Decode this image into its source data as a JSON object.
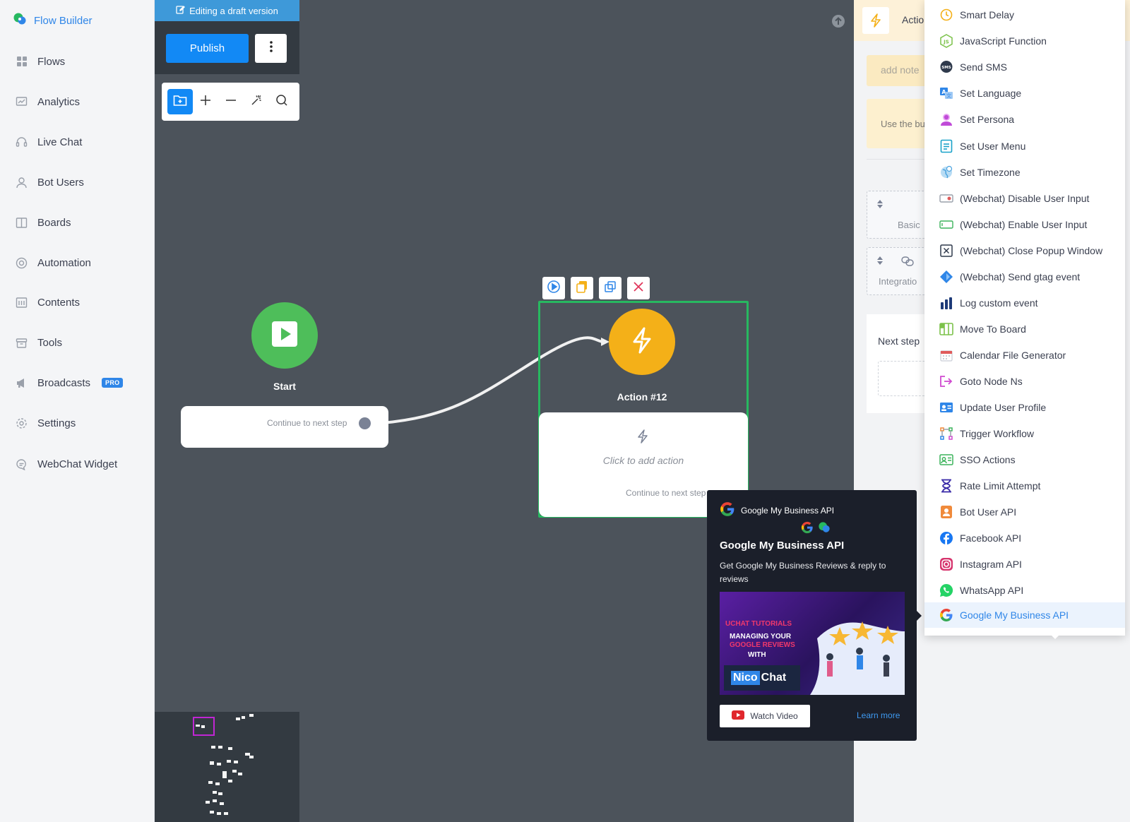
{
  "sidebar": {
    "brand": "Flow Builder",
    "items": [
      {
        "label": "Flows",
        "icon": "grid-icon"
      },
      {
        "label": "Analytics",
        "icon": "chart-icon"
      },
      {
        "label": "Live Chat",
        "icon": "headset-icon"
      },
      {
        "label": "Bot Users",
        "icon": "user-icon"
      },
      {
        "label": "Boards",
        "icon": "board-icon"
      },
      {
        "label": "Automation",
        "icon": "automation-icon"
      },
      {
        "label": "Contents",
        "icon": "contents-icon"
      },
      {
        "label": "Tools",
        "icon": "tools-icon"
      },
      {
        "label": "Broadcasts",
        "icon": "megaphone-icon",
        "badge": "PRO"
      },
      {
        "label": "Settings",
        "icon": "gear-icon"
      },
      {
        "label": "WebChat Widget",
        "icon": "chat-bubble-icon"
      }
    ]
  },
  "canvas": {
    "draft_label": "Editing a draft version",
    "publish_label": "Publish",
    "start_node": {
      "title": "Start",
      "continue_label": "Continue to next step"
    },
    "action_node": {
      "title": "Action #12",
      "placeholder": "Click to add action",
      "continue_label": "Continue to next step"
    }
  },
  "tooltip": {
    "header": "Google My Business API",
    "title": "Google My Business API",
    "description": "Get Google My Business Reviews & reply to reviews",
    "video": {
      "line1": "UCHAT TUTORIALS",
      "line2": "MANAGING YOUR",
      "line3": "GOOGLE REVIEWS",
      "line4": "WITH",
      "brand_a": "Nico",
      "brand_b": "Chat"
    },
    "watch_label": "Watch Video",
    "learn_more": "Learn more"
  },
  "right_panel": {
    "title": "Actio",
    "note_placeholder": "add note",
    "hint": "Use the bu",
    "basic_label": "Basic",
    "integrations_label": "Integratio",
    "next_step_label": "Next step"
  },
  "dropdown": {
    "items": [
      {
        "label": "Smart Delay",
        "icon": "clock-icon",
        "color": "#f4b018"
      },
      {
        "label": "JavaScript Function",
        "icon": "javascript-icon",
        "color": "#7cc24a"
      },
      {
        "label": "Send SMS",
        "icon": "sms-icon",
        "color": "#2f3a4c"
      },
      {
        "label": "Set Language",
        "icon": "translate-icon",
        "color": "#2f86e8"
      },
      {
        "label": "Set Persona",
        "icon": "persona-icon",
        "color": "#c04bd8"
      },
      {
        "label": "Set User Menu",
        "icon": "menu-icon",
        "color": "#19a2c9"
      },
      {
        "label": "Set Timezone",
        "icon": "globe-icon",
        "color": "#4aa3df"
      },
      {
        "label": "(Webchat) Disable User Input",
        "icon": "input-disabled-icon",
        "color": "#e05b5b"
      },
      {
        "label": "(Webchat) Enable User Input",
        "icon": "input-enabled-icon",
        "color": "#3cb35b"
      },
      {
        "label": "(Webchat) Close Popup Window",
        "icon": "close-box-icon",
        "color": "#2f3a4c"
      },
      {
        "label": "(Webchat) Send gtag event",
        "icon": "gtag-icon",
        "color": "#2f86e8"
      },
      {
        "label": "Log custom event",
        "icon": "bar-chart-icon",
        "color": "#1d3a78"
      },
      {
        "label": "Move To Board",
        "icon": "board-move-icon",
        "color": "#7cc24a"
      },
      {
        "label": "Calendar File Generator",
        "icon": "calendar-icon",
        "color": "#e05b5b"
      },
      {
        "label": "Goto Node Ns",
        "icon": "goto-icon",
        "color": "#d04bd0"
      },
      {
        "label": "Update User Profile",
        "icon": "profile-card-icon",
        "color": "#2f86e8"
      },
      {
        "label": "Trigger Workflow",
        "icon": "workflow-icon",
        "color": "#f08a3b"
      },
      {
        "label": "SSO Actions",
        "icon": "sso-icon",
        "color": "#3cb35b"
      },
      {
        "label": "Rate Limit Attempt",
        "icon": "hourglass-icon",
        "color": "#3a2ba8"
      },
      {
        "label": "Bot User API",
        "icon": "bot-user-icon",
        "color": "#f08a3b"
      },
      {
        "label": "Facebook API",
        "icon": "facebook-icon",
        "color": "#1877f2"
      },
      {
        "label": "Instagram API",
        "icon": "instagram-icon",
        "color": "#d6336c"
      },
      {
        "label": "WhatsApp API",
        "icon": "whatsapp-icon",
        "color": "#25d366"
      },
      {
        "label": "Google My Business API",
        "icon": "google-icon",
        "color": "#4285f4",
        "active": true
      }
    ]
  }
}
